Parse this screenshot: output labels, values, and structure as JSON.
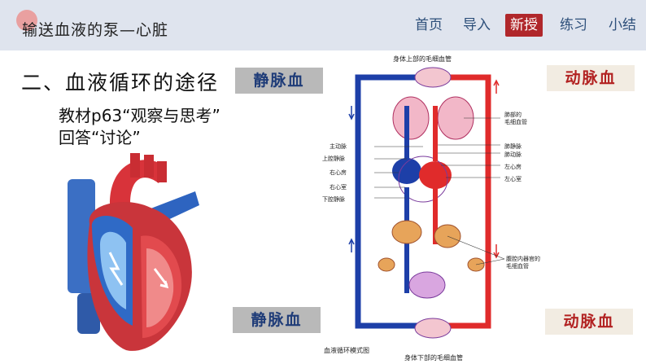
{
  "header": {
    "title": "输送血液的泵—心脏",
    "nav": [
      {
        "label": "首页",
        "active": false
      },
      {
        "label": "导入",
        "active": false
      },
      {
        "label": "新授",
        "active": true
      },
      {
        "label": "练习",
        "active": false
      },
      {
        "label": "小结",
        "active": false
      }
    ]
  },
  "main": {
    "section_title": "二、血液循环的途径",
    "instruction_line1": "教材p63“观察与思考”",
    "instruction_line2": "回答“讨论”",
    "vein_label_top": "静脉血",
    "vein_label_bottom": "静脉血",
    "artery_label_top": "动脉血",
    "artery_label_bottom": "动脉血"
  },
  "diagram": {
    "top_caption": "身体上部的毛细血管",
    "bottom_caption": "身体下部的毛细血管",
    "title": "血液循环模式图",
    "left_labels": [
      "主动脉",
      "上腔静脉",
      "右心房",
      "右心室",
      "下腔静脉"
    ],
    "right_labels": [
      "肺部的",
      "毛细血管",
      "肺静脉",
      "肺动脉",
      "左心房",
      "左心室"
    ],
    "organ_labels": [
      "腹腔内器官的",
      "毛细血管"
    ]
  },
  "colors": {
    "header_bg": "#dfe4ee",
    "nav_text": "#2d4f7a",
    "nav_active_bg": "#b0272b",
    "vein_blue": "#1d3fa8",
    "artery_red": "#e02b2b"
  }
}
